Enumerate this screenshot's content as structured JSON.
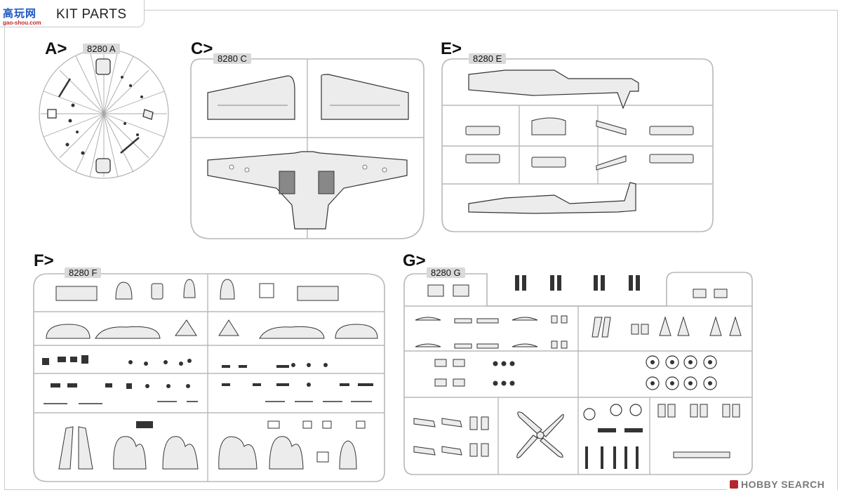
{
  "header": {
    "logo_cn": "高玩网",
    "logo_url": "gao-shou.com",
    "title": "KIT PARTS"
  },
  "sections": [
    {
      "letter": "A>",
      "part_no": "8280 A"
    },
    {
      "letter": "C>",
      "part_no": "8280 C"
    },
    {
      "letter": "E>",
      "part_no": "8280 E"
    },
    {
      "letter": "F>",
      "part_no": "8280 F"
    },
    {
      "letter": "G>",
      "part_no": "8280 G"
    }
  ],
  "watermark": "HOBBY SEARCH",
  "colors": {
    "sprue": "#7f7f7f",
    "part_fill": "#e9e9e9",
    "label_bg": "#d9d9d9",
    "logo_blue": "#1d57c4",
    "logo_red": "#c0282d"
  }
}
